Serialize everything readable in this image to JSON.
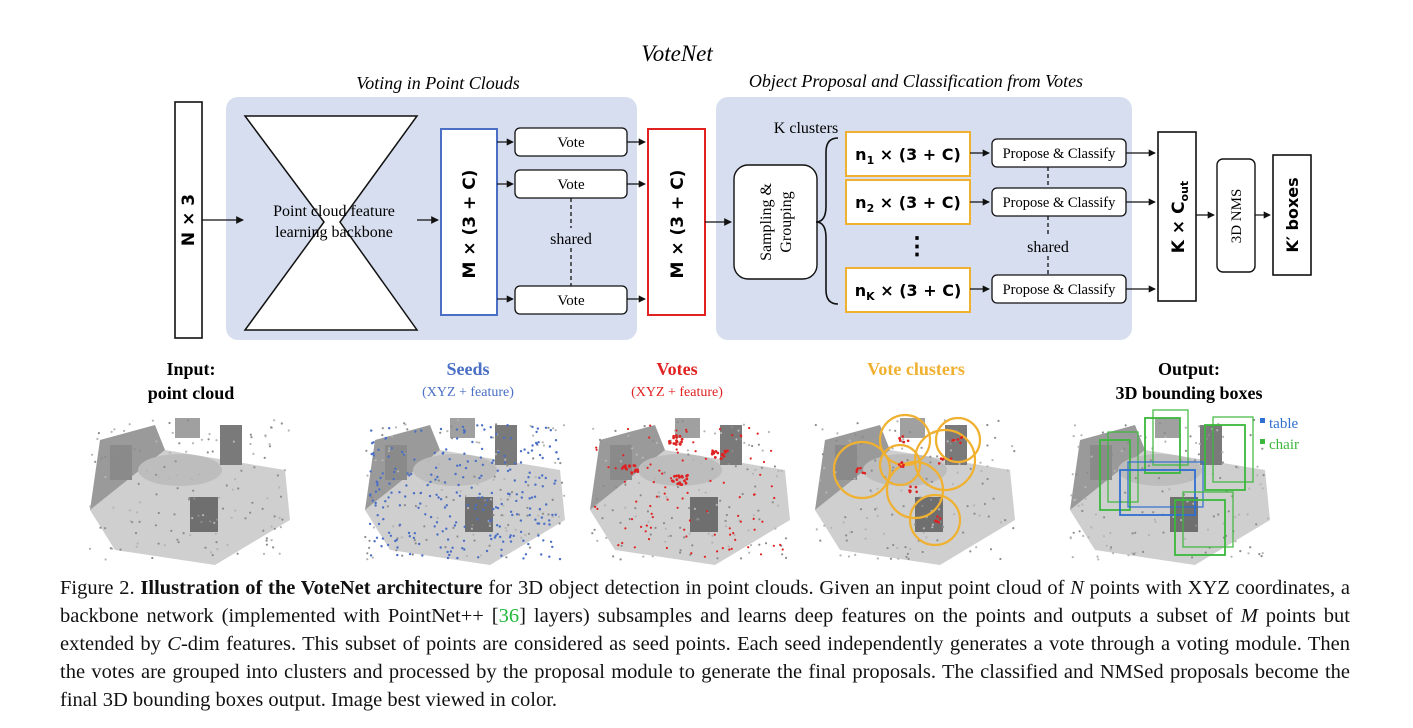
{
  "figure": {
    "title": "VoteNet",
    "voting_section_label": "Voting in Point Clouds",
    "proposal_section_label": "Object Proposal and Classification from Votes",
    "input_block": "N × 3",
    "backbone_label_line1": "Point cloud feature",
    "backbone_label_line2": "learning backbone",
    "seeds_block": "M × (3 + C)",
    "vote_label": "Vote",
    "shared_label": "shared",
    "votes_block": "M × (3 + C)",
    "k_clusters_label": "K clusters",
    "sampling_line1": "Sampling &",
    "sampling_line2": "Grouping",
    "clusters": [
      {
        "sub": "1",
        "rest": " × (3 + C)"
      },
      {
        "sub": "2",
        "rest": " × (3 + C)"
      },
      {
        "sub": "K",
        "rest": " × (3 + C)"
      }
    ],
    "ellipsis_label": "⋮",
    "propose_label": "Propose & Classify",
    "kc_block": "K × C",
    "kc_sub": "out",
    "nms_block": "3D NMS",
    "output_block": "K′ boxes",
    "panels": {
      "input_line1": "Input:",
      "input_line2": "point cloud",
      "seeds_title": "Seeds",
      "seeds_sub": "(XYZ + feature)",
      "votes_title": "Votes",
      "votes_sub": "(XYZ + feature)",
      "clusters_title": "Vote clusters",
      "output_line1": "Output:",
      "output_line2": "3D bounding boxes",
      "legend_table": "table",
      "legend_chair": "chair"
    },
    "colors": {
      "section_bg": "#d6deef",
      "seeds": "#4a6fc4",
      "votes": "#e02222",
      "clusters": "#f0b030",
      "table": "#2f6fd0",
      "chair": "#3bb83b",
      "cite": "#22b83a"
    }
  },
  "caption": {
    "label": "Figure 2.",
    "bold": "Illustration of the VoteNet architecture",
    "t1": " for 3D object detection in point clouds. Given an input point cloud of ",
    "N": "N",
    "t2": " points with XYZ coordinates, a backbone network (implemented with PointNet++ [",
    "cite": "36",
    "t3": "] layers) subsamples and learns deep features on the points and outputs a subset of ",
    "M": "M",
    "t4": " points but extended by ",
    "C": "C",
    "t5": "-dim features. This subset of points are considered as seed points. Each seed independently generates a vote through a voting module. Then the votes are grouped into clusters and processed by the proposal module to generate the final proposals. The classified and NMSed proposals become the final 3D bounding boxes output. Image best viewed in color."
  }
}
